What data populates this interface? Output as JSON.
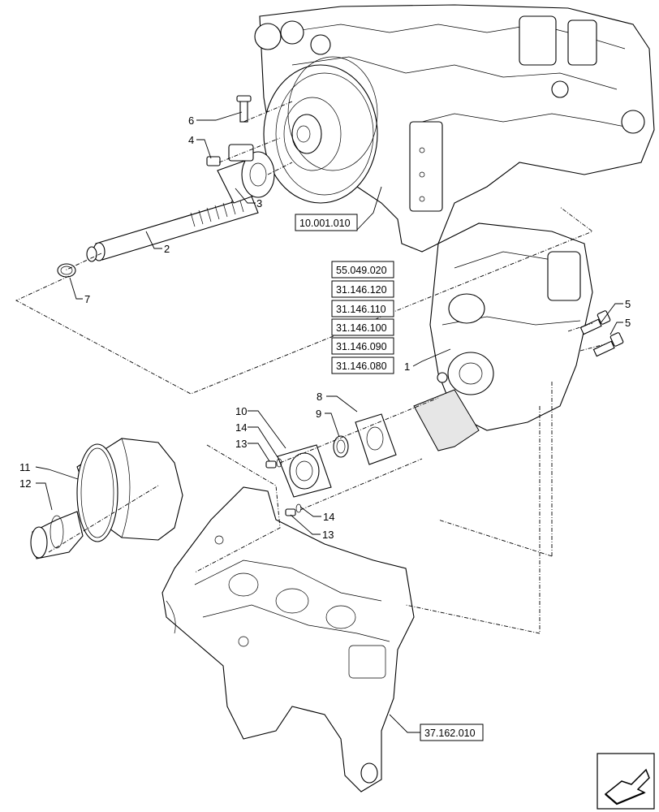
{
  "callouts": [
    {
      "id": "c1",
      "label": "1"
    },
    {
      "id": "c2",
      "label": "2"
    },
    {
      "id": "c3",
      "label": "3"
    },
    {
      "id": "c4",
      "label": "4"
    },
    {
      "id": "c5a",
      "label": "5"
    },
    {
      "id": "c5b",
      "label": "5"
    },
    {
      "id": "c6",
      "label": "6"
    },
    {
      "id": "c7",
      "label": "7"
    },
    {
      "id": "c8",
      "label": "8"
    },
    {
      "id": "c9",
      "label": "9"
    },
    {
      "id": "c10",
      "label": "10"
    },
    {
      "id": "c11",
      "label": "11"
    },
    {
      "id": "c12",
      "label": "12"
    },
    {
      "id": "c13a",
      "label": "13"
    },
    {
      "id": "c13b",
      "label": "13"
    },
    {
      "id": "c14a",
      "label": "14"
    },
    {
      "id": "c14b",
      "label": "14"
    }
  ],
  "references": [
    {
      "id": "r_engine",
      "label": "10.001.010"
    },
    {
      "id": "r1",
      "label": "55.049.020"
    },
    {
      "id": "r2",
      "label": "31.146.120"
    },
    {
      "id": "r3",
      "label": "31.146.110"
    },
    {
      "id": "r4",
      "label": "31.146.100"
    },
    {
      "id": "r5",
      "label": "31.146.090"
    },
    {
      "id": "r6",
      "label": "31.146.080"
    },
    {
      "id": "r_frame",
      "label": "37.162.010"
    }
  ],
  "icons": {
    "nav": "next-page-arrow-icon"
  }
}
